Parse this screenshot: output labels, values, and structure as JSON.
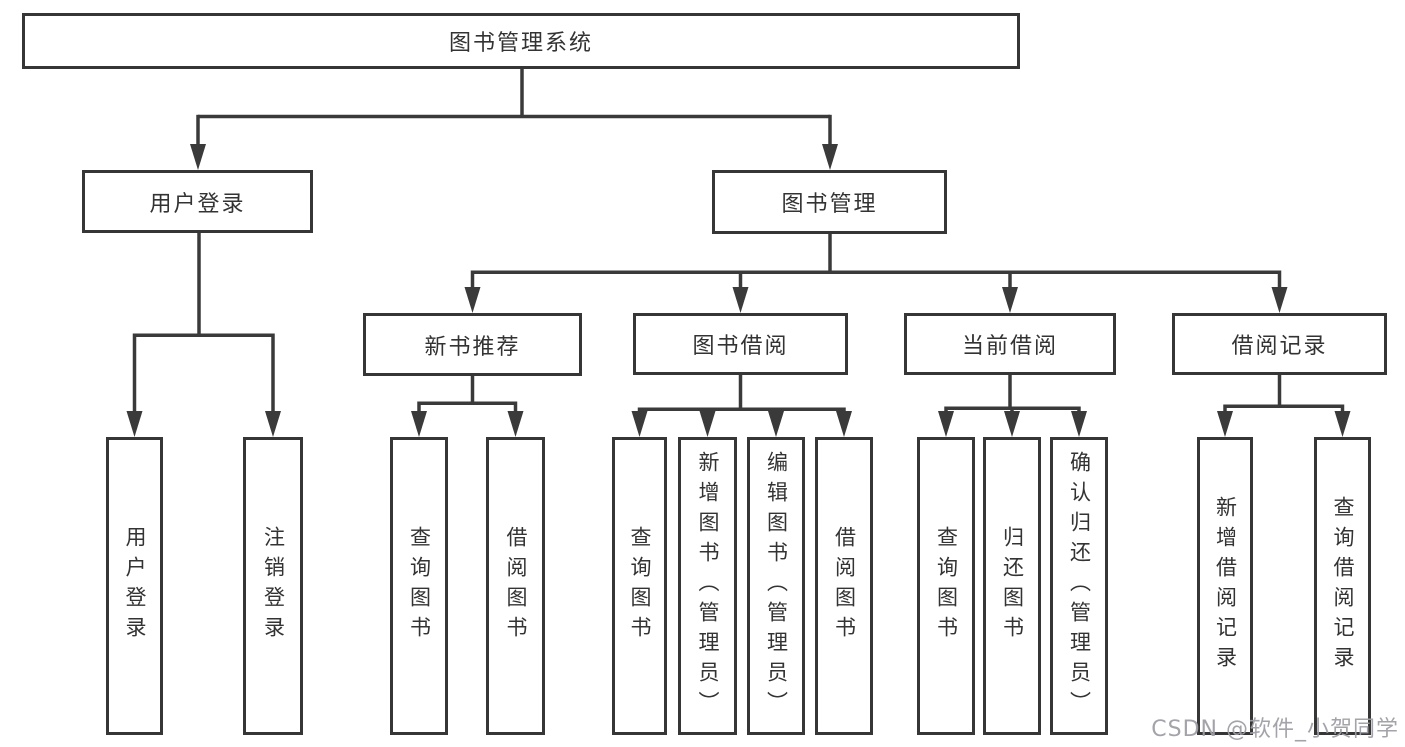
{
  "diagram": {
    "title": "图书管理系统",
    "user_branch": {
      "label": "用户登录",
      "children": [
        "用户登录",
        "注销登录"
      ]
    },
    "mgmt_branch": {
      "label": "图书管理",
      "groups": [
        {
          "label": "新书推荐",
          "children": [
            "查询图书",
            "借阅图书"
          ]
        },
        {
          "label": "图书借阅",
          "children": [
            "查询图书",
            "新增图书（管理员）",
            "编辑图书（管理员）",
            "借阅图书"
          ]
        },
        {
          "label": "当前借阅",
          "children": [
            "查询图书",
            "归还图书",
            "确认归还（管理员）"
          ]
        },
        {
          "label": "借阅记录",
          "children": [
            "新增借阅记录",
            "查询借阅记录"
          ]
        }
      ]
    }
  },
  "watermark": "CSDN @软件_小贺同学",
  "colors": {
    "line": "#3a3a3a",
    "box_border": "#363636",
    "text": "#333333",
    "watermark_text": "#9e9ea5",
    "background": "#ffffff"
  }
}
